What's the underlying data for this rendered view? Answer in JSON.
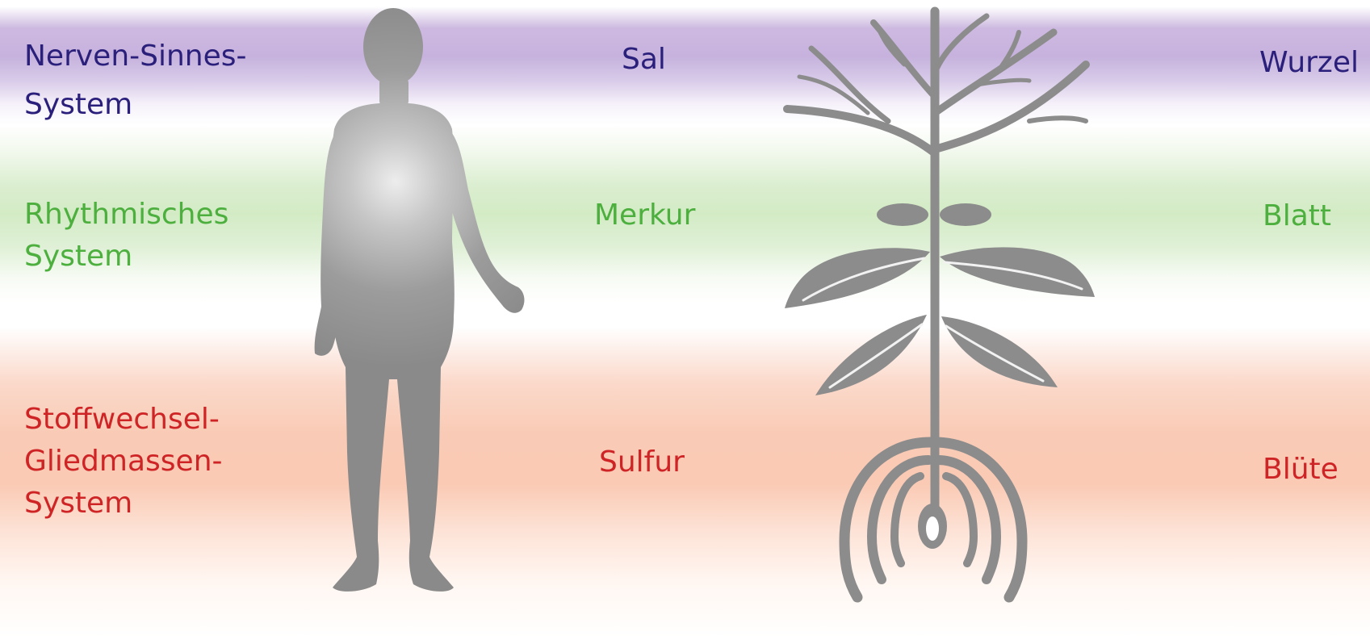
{
  "rows": [
    {
      "system_line1": "Nerven-Sinnes-",
      "system_line2": "System",
      "principle": "Sal",
      "plant": "Wurzel",
      "color": "#2a1f7a"
    },
    {
      "system_line1": "Rhythmisches",
      "system_line2": "System",
      "principle": "Merkur",
      "plant": "Blatt",
      "color": "#4caf3e"
    },
    {
      "system_line1": "Stoffwechsel-",
      "system_line2": "Gliedmassen-",
      "system_line3": "System",
      "principle": "Sulfur",
      "plant": "Blüte",
      "color": "#cf2426"
    }
  ],
  "figures": {
    "human_icon": "human-silhouette-icon",
    "plant_icon": "inverted-plant-icon",
    "silhouette_color": "#8c8c8c"
  }
}
